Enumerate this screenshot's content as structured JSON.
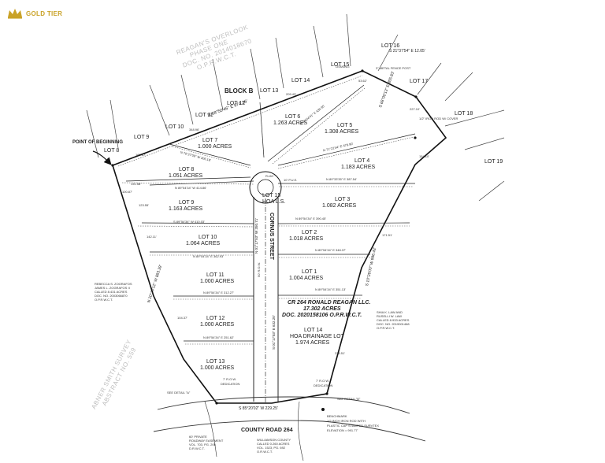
{
  "logo": {
    "text": "GOLD TIER",
    "color": "#c9a227",
    "icon": "crown-icon"
  },
  "subdivision": {
    "line1": "REAGAN'S OVERLOOK",
    "line2": "PHASE ONE",
    "line3": "DOC. NO. 2014018670",
    "line4": "O.P.R.W.C.T."
  },
  "block": "BLOCK B",
  "point_of_beginning": "POINT OF BEGINNING",
  "street": "CORNUS STREET",
  "road": "COUNTY ROAD 264",
  "survey": {
    "line1": "ABNER SMITH SURVEY",
    "line2": "ABSTRACT NO. 559"
  },
  "ext_lots": [
    "LOT 8",
    "LOT 9",
    "LOT 10",
    "LOT 11",
    "LOT 12",
    "LOT 13",
    "LOT 14",
    "LOT 15",
    "LOT 16",
    "LOT 17",
    "LOT 18",
    "LOT 19"
  ],
  "lots": [
    {
      "name": "LOT 1",
      "acres": "1.004 ACRES"
    },
    {
      "name": "LOT 2",
      "acres": "1.018 ACRES"
    },
    {
      "name": "LOT 3",
      "acres": "1.082 ACRES"
    },
    {
      "name": "LOT 4",
      "acres": "1.183 ACRES"
    },
    {
      "name": "LOT 5",
      "acres": "1.308 ACRES"
    },
    {
      "name": "LOT 6",
      "acres": "1.263 ACRES"
    },
    {
      "name": "LOT 7",
      "acres": "1.000 ACRES"
    },
    {
      "name": "LOT 8",
      "acres": "1.051 ACRES"
    },
    {
      "name": "LOT 9",
      "acres": "1.163 ACRES"
    },
    {
      "name": "LOT 10",
      "acres": "1.064 ACRES"
    },
    {
      "name": "LOT 11",
      "acres": "1.000 ACRES"
    },
    {
      "name": "LOT 12",
      "acres": "1.000 ACRES"
    },
    {
      "name": "LOT 13",
      "acres": "1.000 ACRES"
    }
  ],
  "hoa_lot15": {
    "name": "LOT 15",
    "sub": "HOA L.S."
  },
  "lot14": {
    "name": "LOT 14",
    "sub": "HOA DRAINAGE LOT",
    "acres": "1.974 ACRES"
  },
  "tract": {
    "line1": "CR 264 RONALD REAGAN LLC.",
    "line2": "17.302 ACRES",
    "line3": "DOC. 2020158106 O.P.R.W.C.T."
  },
  "west_owner": [
    "REBECCA S. ZOGRAFOS",
    "JAMES L. ZOGRAFOS II",
    "CALLED 8.431 ACRES",
    "DOC. NO. 2003066870",
    "O.P.R.W.C.T."
  ],
  "east_owner": [
    "SHIA K. LAW AND",
    "RUSELLI W. LAW",
    "CALLED 8.933 ACRES",
    "DOC. NO. 2019001468",
    "O.P.R.W.C.T."
  ],
  "row_dedication": {
    "line1": "7' R.O.W.",
    "line2": "DEDICATION"
  },
  "see_detail_a": "SEE DETAIL \"A\"",
  "see_detail_b": "SEE DETAIL \"B\"",
  "benchmark": [
    "BENCHMARK",
    "1/2 INCH IRON ROD WITH",
    "PLASTIC CAP STAMPED SURVTEX",
    "ELEVATION = 991.77'"
  ],
  "easement": [
    "60' PRIVATE",
    "ROADWAY EASEMENT",
    "VOL. 703, PG. 206",
    "D.R.W.C.T."
  ],
  "williamson": [
    "WILLIAMSON COUNTY",
    "CALLED 0.260 ACRES",
    "VOL. 1523, PG. 692",
    "O.R.W.C.T."
  ],
  "bearings": {
    "north": "N 68°50'46\" E  874.26'",
    "top_right": "S 21°37'54\" E  12.05'",
    "east_diag": "S 68°00'13\" E  305.83'",
    "east": "S 10°26'00\" W  996.43'",
    "west": "N 20°24'12\" W  883.39'",
    "south": "S 85°20'02\" W  229.25'",
    "street_centerline": "S 01°17'03\" E  632.20'",
    "street_upper": "N 01°17'03\" W  350.71'"
  },
  "lot_lines": {
    "l1": "N 89°54'34\" E  351.13'",
    "l2": "N 89°54'34\" E  348.37'",
    "l3": "N 89°54'34\" E  390.45'",
    "l4": "N 89°33'35\" E  387.54'",
    "l5": "N 71°22'44\" E  479.90'",
    "l6": "N 49°04'41\" E  430.95'",
    "l7": "N 70°27'09\" W  306.18'",
    "l8": "N 89°54'34\" W  414.86'",
    "l9": "S 89°54'34\" W  410.03'",
    "l10": "N 89°54'34\" E  362.93'",
    "l11": "N 89°54'34\" E  312.27'",
    "l12": "N 89°54'34\" E  251.62'"
  },
  "misc": {
    "leaning": "LEANING",
    "fence_post": "3\" METAL FENCE POST",
    "iron_rod": "1/2\" IRON ROD W/ COVER",
    "pue": "10' P.U.E.",
    "right_of_way": "50' R.O.W.",
    "curve": "R=60'"
  },
  "dims": {
    "d_north_left": "165.87'",
    "d_lot9_top": "348.96'",
    "d_lot12_top": "209.43'",
    "d_lot17": "53.62'",
    "d_east_top": "227.10'",
    "d_se": "154.10'",
    "d_east_lot2": "171.51'",
    "d_east_lot14": "225.51'",
    "d_west_lot12": "104.37'",
    "d_west_lot10": "142.11'",
    "d_west_lot9": "123.55'",
    "d_west_lot8": "131.58'",
    "d_west_lot8b": "100.87'"
  }
}
